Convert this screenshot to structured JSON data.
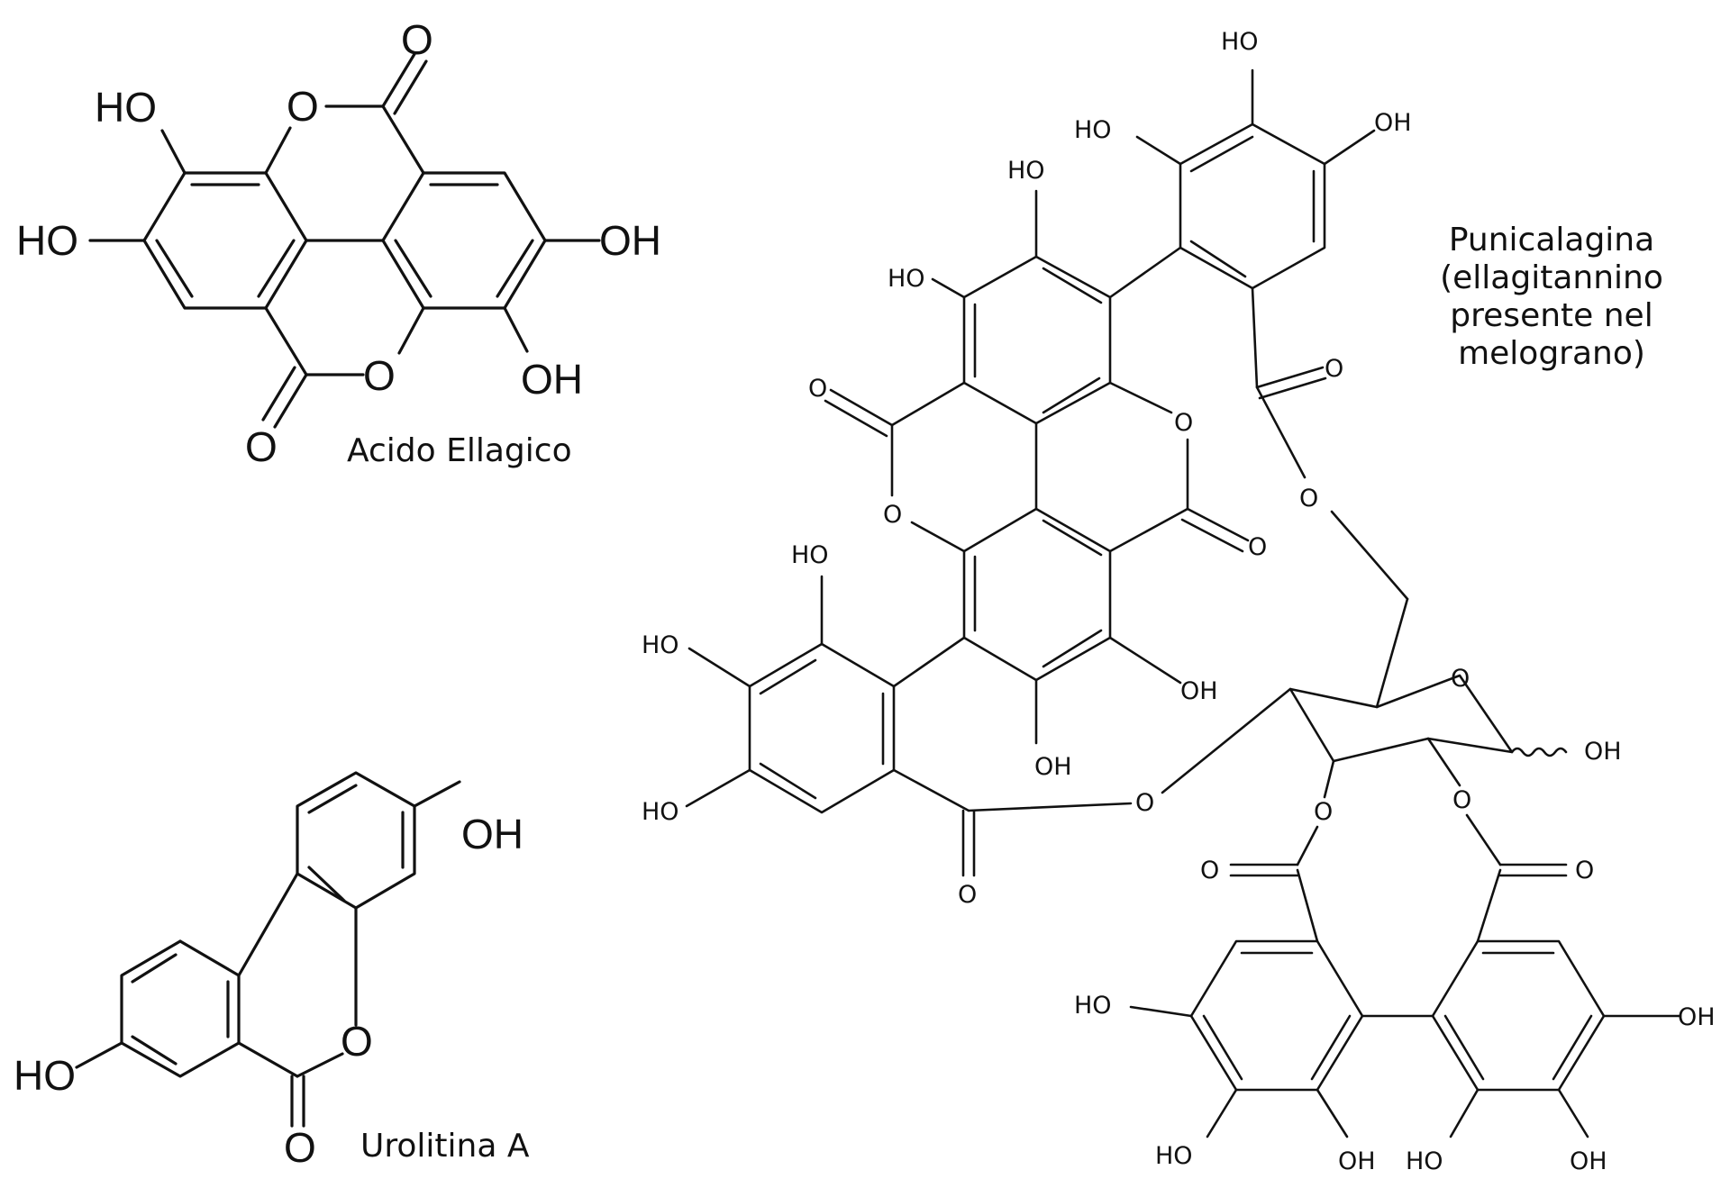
{
  "molecules": {
    "ellagic": {
      "name": "Acido Ellagico",
      "atoms": {
        "ho_top": "HO",
        "ho_left": "HO",
        "oh_right": "OH",
        "oh_bottom": "OH",
        "o_ring_top": "O",
        "o_ring_bottom": "O",
        "o_carbonyl_top": "O",
        "o_carbonyl_bottom": "O"
      }
    },
    "urolithin": {
      "name": "Urolitina A",
      "atoms": {
        "oh": "OH",
        "ho": "HO",
        "o_ring": "O",
        "o_carbonyl": "O"
      }
    },
    "punicalagin": {
      "name_lines": [
        "Punicalagina",
        "(ellagitannino",
        "presente nel",
        "melograno)"
      ],
      "labels": {
        "ho": "HO",
        "oh": "OH",
        "o": "O"
      }
    }
  }
}
